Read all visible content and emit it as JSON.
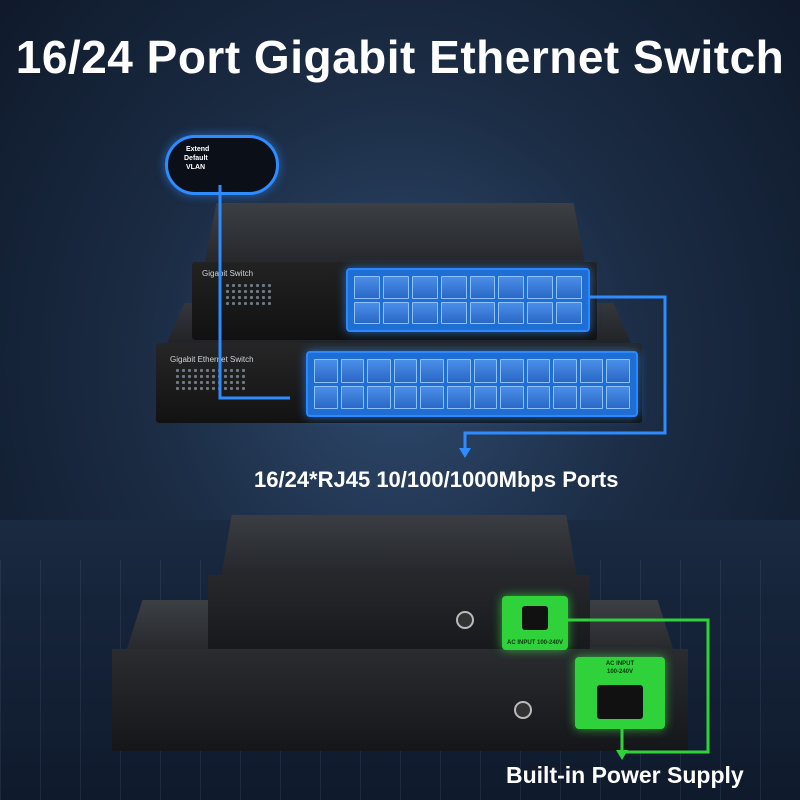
{
  "title": "16/24 Port Gigabit Ethernet Switch",
  "ports_caption": "16/24*RJ45 10/100/1000Mbps Ports",
  "power_caption": "Built-in Power Supply",
  "switch16": {
    "brand": "Gigabit Switch"
  },
  "switch24": {
    "brand": "Gigabit Ethernet Switch"
  },
  "callout": {
    "extend": "Extend",
    "default": "Default",
    "vlan": "VLAN"
  },
  "ac_small": "AC INPUT 100-240V",
  "ac_big_line1": "AC INPUT",
  "ac_big_line2": "100-240V",
  "colors": {
    "port_blue": "#1f6ed4",
    "power_green": "#2fd23a"
  }
}
